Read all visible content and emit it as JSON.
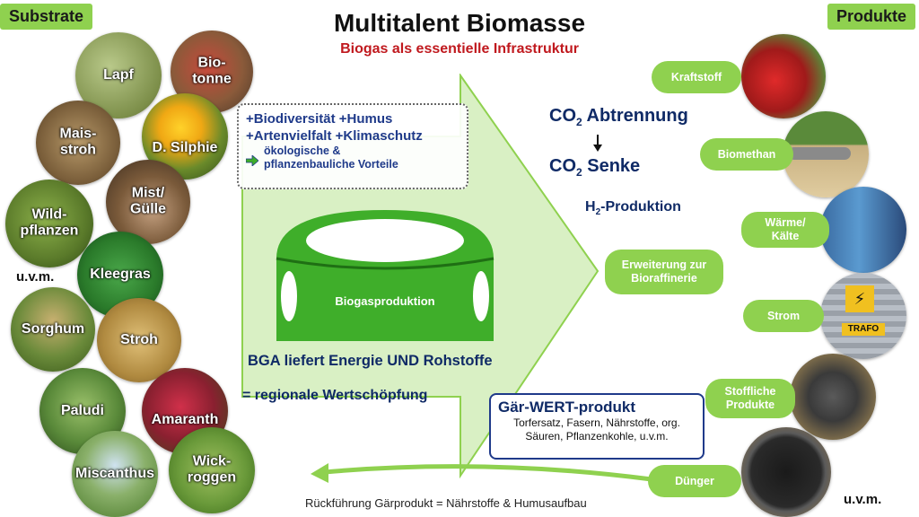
{
  "header": {
    "substrate_tag": "Substrate",
    "produkte_tag": "Produkte",
    "title": "Multitalent Biomasse",
    "subtitle": "Biogas als essentielle Infrastruktur"
  },
  "substrates": [
    {
      "label": "Lapf"
    },
    {
      "label": "Bio-\ntonne"
    },
    {
      "label": "Mais-\nstroh"
    },
    {
      "label": "D. Silphie"
    },
    {
      "label": "Mist/\nGülle"
    },
    {
      "label": "Wild-\npflanzen"
    },
    {
      "label": "Kleegras"
    },
    {
      "label": "Sorghum"
    },
    {
      "label": "Stroh"
    },
    {
      "label": "Paludi"
    },
    {
      "label": "Amaranth"
    },
    {
      "label": "Miscanthus"
    },
    {
      "label": "Wick-\nroggen"
    }
  ],
  "substrate_more": "u.v.m.",
  "benefits": {
    "line1": "+Biodiversität +Humus",
    "line2": "+Artenvielfalt +Klimaschutz",
    "line3": "ökologische &",
    "line4": "pflanzenbauliche Vorteile"
  },
  "center": {
    "tank_label": "Biogasproduktion",
    "energy": "BGA liefert Energie UND Rohstoffe",
    "regional": "= regionale Wertschöpfung"
  },
  "co2": {
    "abtrennung_prefix": "CO",
    "abtrennung_sub": "2",
    "abtrennung_suffix": " Abtrennung",
    "senke_prefix": "CO",
    "senke_sub": "2",
    "senke_suffix": " Senke",
    "h2_prefix": "H",
    "h2_sub": "2",
    "h2_suffix": "-Produktion"
  },
  "bioraffinerie": "Erweiterung zur\nBioraffinerie",
  "products": [
    {
      "label": "Kraftstoff"
    },
    {
      "label": "Biomethan"
    },
    {
      "label": "Wärme/\nKälte"
    },
    {
      "label": "Strom"
    },
    {
      "label": "Stoffliche\nProdukte"
    },
    {
      "label": "Dünger"
    }
  ],
  "product_more": "u.v.m.",
  "sign": {
    "warning": "⚡",
    "trafo": "TRAFO"
  },
  "gaer": {
    "title": "Gär-WERT-produkt",
    "line1": "Torfersatz, Fasern, Nährstoffe, org.",
    "line2": "Säuren, Pflanzenkohle, u.v.m."
  },
  "return_text": "Rückführung Gärprodukt = Nährstoffe & Humusaufbau",
  "colors": {
    "accent_green": "#8fd14f",
    "arrow_fill": "#d9f0c4",
    "tank_green": "#3fae2a",
    "navy": "#1f3a8a",
    "red": "#c0191e"
  }
}
